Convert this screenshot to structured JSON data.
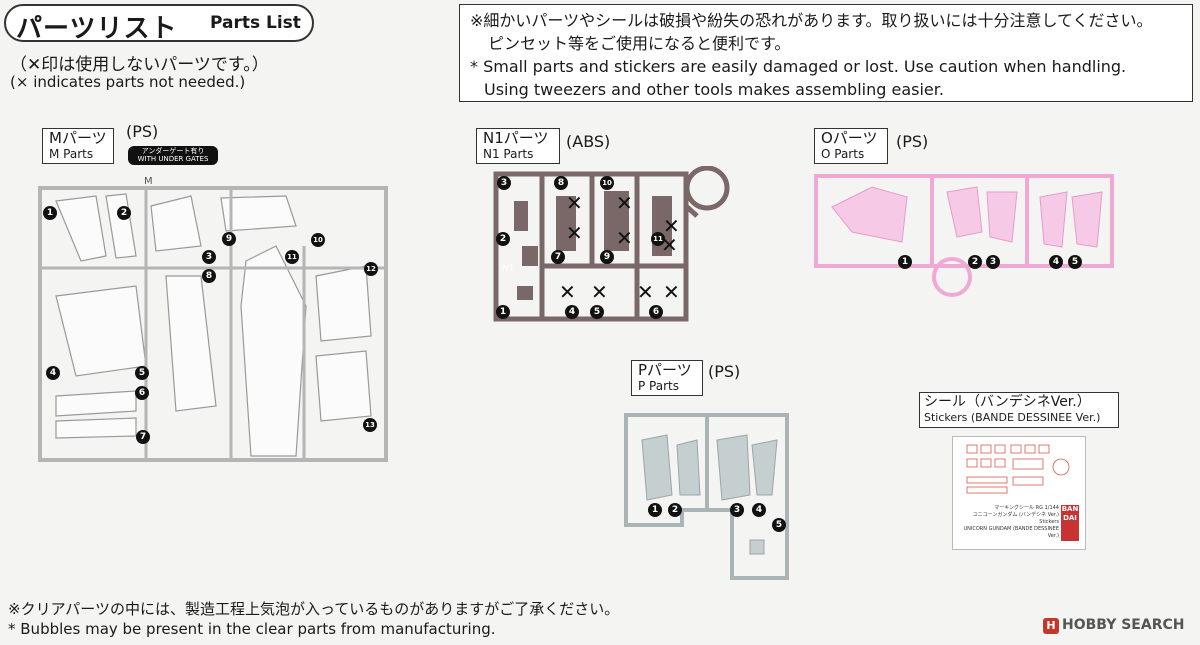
{
  "header": {
    "title_jp": "パーツリスト",
    "title_en": "Parts List",
    "note_jp": "（✕印は使用しないパーツです。）",
    "note_en": "(× indicates parts not needed.)"
  },
  "notice": {
    "line1": "※細かいパーツやシールは破損や紛失の恐れがあります。取り扱いには十分注意してください。",
    "line2": "ピンセット等をご使用になると便利です。",
    "line3": "* Small parts and stickers are easily damaged or lost. Use caution when handling.",
    "line4": "Using tweezers and other tools makes assembling easier."
  },
  "runners": [
    {
      "id": "M",
      "name_jp": "Mパーツ",
      "name_en": "M Parts",
      "material": "(PS)",
      "color": "#fbfbfb",
      "badge_jp": "アンダーゲート有り",
      "badge_en": "WITH UNDER GATES",
      "runner_mark": "M"
    },
    {
      "id": "N1",
      "name_jp": "N1パーツ",
      "name_en": "N1 Parts",
      "material": "(ABS)",
      "color": "#7a6868",
      "runner_mark": "N1"
    },
    {
      "id": "O",
      "name_jp": "Oパーツ",
      "name_en": "O Parts",
      "material": "(PS)",
      "color": "#f6c9e6"
    },
    {
      "id": "P",
      "name_jp": "Pパーツ",
      "name_en": "P Parts",
      "material": "(PS)",
      "color": "#c5cfcf"
    }
  ],
  "numbers": {
    "M": [
      "1",
      "2",
      "3",
      "8",
      "9",
      "10",
      "11",
      "12",
      "4",
      "5",
      "6",
      "7",
      "13"
    ],
    "N1": [
      "3",
      "8",
      "10",
      "2",
      "7",
      "9",
      "11",
      "1",
      "4",
      "5",
      "6"
    ],
    "O": [
      "1",
      "2",
      "3",
      "4",
      "5"
    ],
    "P": [
      "1",
      "2",
      "3",
      "4",
      "5"
    ]
  },
  "unused_marks": {
    "N1": [
      "8",
      "10",
      "7",
      "9",
      "11",
      "4",
      "5",
      "6"
    ]
  },
  "stickers": {
    "name_jp": "シール（バンデシネVer.）",
    "name_en": "Stickers (BANDE DESSINEE Ver.)",
    "sheet_line1": "マーキングシール RG 1/144",
    "sheet_line2": "ユニコーンガンダム (バンデシネ Ver.)",
    "sheet_line3": "Stickers",
    "sheet_line4": "UNICORN GUNDAM (BANDE DESSINEE Ver.)",
    "brand": "BAN DAI"
  },
  "footer": {
    "line1": "※クリアパーツの中には、製造工程上気泡が入っているものがありますがご了承ください。",
    "line2": "* Bubbles may be present in the clear parts from manufacturing.",
    "logo": "HOBBY SEARCH",
    "logo_badge": "H"
  }
}
